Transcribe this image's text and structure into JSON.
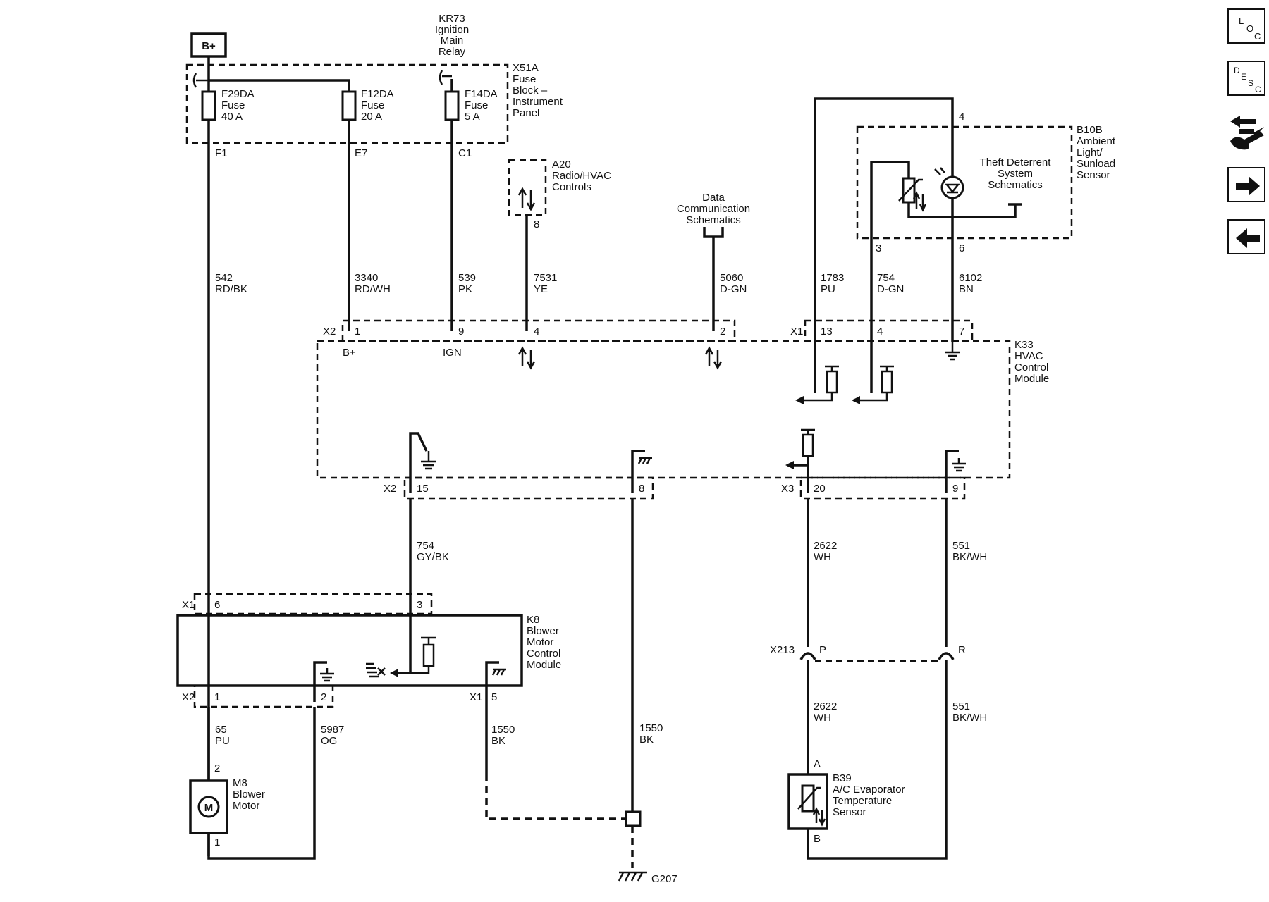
{
  "wires": {
    "w542": {
      "num": "542",
      "color": "RD/BK"
    },
    "w3340": {
      "num": "3340",
      "color": "RD/WH"
    },
    "w539": {
      "num": "539",
      "color": "PK"
    },
    "w7531": {
      "num": "7531",
      "color": "YE"
    },
    "w5060": {
      "num": "5060",
      "color": "D-GN"
    },
    "w1783": {
      "num": "1783",
      "color": "PU"
    },
    "w754a": {
      "num": "754",
      "color": "D-GN"
    },
    "w6102": {
      "num": "6102",
      "color": "BN"
    },
    "w754b": {
      "num": "754",
      "color": "GY/BK"
    },
    "w2622a": {
      "num": "2622",
      "color": "WH"
    },
    "w551a": {
      "num": "551",
      "color": "BK/WH"
    },
    "w2622b": {
      "num": "2622",
      "color": "WH"
    },
    "w551b": {
      "num": "551",
      "color": "BK/WH"
    },
    "w65": {
      "num": "65",
      "color": "PU"
    },
    "w5987": {
      "num": "5987",
      "color": "OG"
    },
    "w1550a": {
      "num": "1550",
      "color": "BK"
    },
    "w1550b": {
      "num": "1550",
      "color": "BK"
    }
  },
  "components": {
    "bplus": "B+",
    "kr73": [
      "KR73",
      "Ignition",
      "Main",
      "Relay"
    ],
    "x51a": [
      "X51A",
      "Fuse",
      "Block –",
      "Instrument",
      "Panel"
    ],
    "f29da": [
      "F29DA",
      "Fuse",
      "40 A"
    ],
    "f12da": [
      "F12DA",
      "Fuse",
      "20 A"
    ],
    "f14da": [
      "F14DA",
      "Fuse",
      "5 A"
    ],
    "a20": [
      "A20",
      "Radio/HVAC",
      "Controls"
    ],
    "data_comm": [
      "Data",
      "Communication",
      "Schematics"
    ],
    "b10b": [
      "B10B",
      "Ambient",
      "Light/",
      "Sunload",
      "Sensor"
    ],
    "theft": [
      "Theft Deterrent",
      "System",
      "Schematics"
    ],
    "k33": [
      "K33",
      "HVAC",
      "Control",
      "Module"
    ],
    "k8": [
      "K8",
      "Blower",
      "Motor",
      "Control",
      "Module"
    ],
    "m8": [
      "M8",
      "Blower",
      "Motor"
    ],
    "motor_symbol": "M",
    "b39": [
      "B39",
      "A/C Evaporator",
      "Temperature",
      "Sensor"
    ],
    "g207": "G207"
  },
  "connectors": {
    "x2": "X2",
    "x1": "X1",
    "x3": "X3",
    "x213": "X213"
  },
  "pins": {
    "f1": "F1",
    "e7": "E7",
    "c1": "C1",
    "a20_8": "8",
    "b10b_4": "4",
    "b10b_3": "3",
    "b10b_6": "6",
    "k33_x2_1": "1",
    "k33_x2_9": "9",
    "k33_x2_4": "4",
    "k33_x2_2": "2",
    "k33_x1_13": "13",
    "k33_x1_4": "4",
    "k33_x1_7": "7",
    "k33_bplus": "B+",
    "k33_ign": "IGN",
    "k33_x2_15": "15",
    "k33_x2_8": "8",
    "k33_x3_20": "20",
    "k33_x3_9": "9",
    "k8_x1_6": "6",
    "k8_x1_3": "3",
    "k8_x2_1": "1",
    "k8_x2_2": "2",
    "k8_x1_5": "5",
    "x213_p": "P",
    "x213_r": "R",
    "b39_a": "A",
    "b39_b": "B",
    "m8_2": "2",
    "m8_1": "1"
  },
  "nav": {
    "loc": [
      "L",
      "O",
      "C"
    ],
    "desc": [
      "D",
      "E",
      "S",
      "C"
    ]
  }
}
